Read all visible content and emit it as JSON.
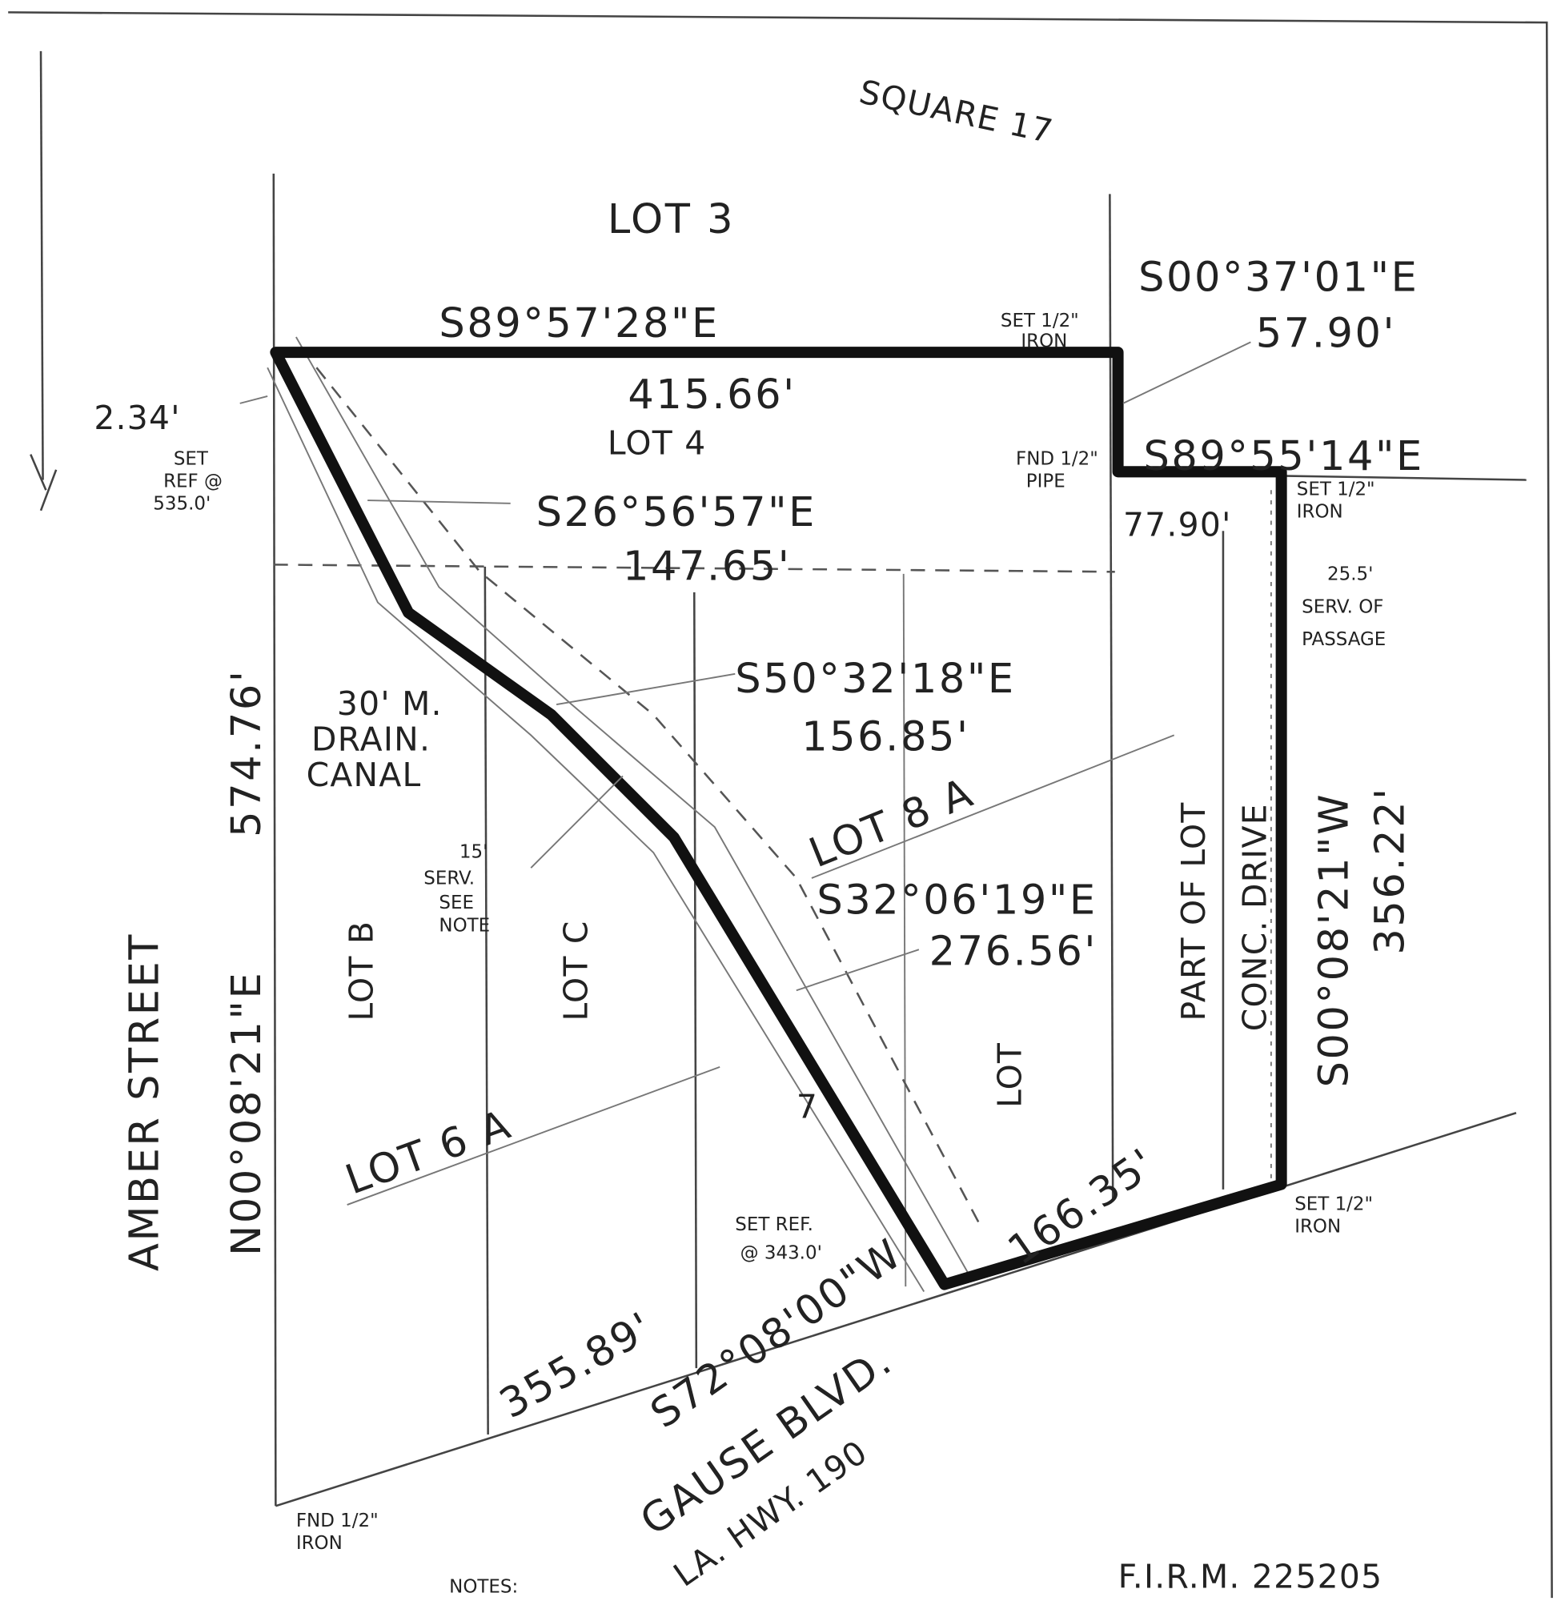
{
  "plat": {
    "square": "SQUARE 17",
    "lot3": "LOT 3",
    "lot4": "LOT 4",
    "lot8a": "LOT 8 A",
    "lot6a": "LOT 6 A",
    "lot_b": "LOT B",
    "lot_c": "LOT C",
    "lot_plain": "LOT",
    "lot_7": "7",
    "part_of_lot": "PART OF LOT",
    "conc_drive": "CONC. DRIVE",
    "street_left": "AMBER STREET",
    "street_bottom": "GAUSE BLVD.",
    "highway": "LA. HWY. 190",
    "firm": "F.I.R.M. 225205",
    "notes": "NOTES:",
    "drain": [
      "30' M.",
      "DRAIN.",
      "CANAL"
    ],
    "serv": [
      "15'",
      "SERV.",
      "SEE",
      "NOTE"
    ],
    "serv_passage": [
      "25.5'",
      "SERV. OF",
      "PASSAGE"
    ],
    "set_ref_top": [
      "SET",
      "REF @",
      "535.0'"
    ],
    "set_ref_bottom": [
      "SET REF.",
      "@ 343.0'"
    ],
    "set_iron_top": [
      "SET 1/2\"",
      "IRON"
    ],
    "fnd_pipe": [
      "FND 1/2\"",
      "PIPE"
    ],
    "set_iron_right": [
      "SET 1/2\"",
      "IRON"
    ],
    "set_iron_br": [
      "SET 1/2\"",
      "IRON"
    ],
    "fnd_iron_bl": [
      "FND 1/2\"",
      "IRON"
    ]
  },
  "courses": {
    "north_bearing": "S89°57'28\"E",
    "north_dist": "415.66'",
    "ne_bearing": "S00°37'01\"E",
    "ne_dist": "57.90'",
    "mid_bearing": "S89°55'14\"E",
    "mid_dist": "77.90'",
    "east_bearing": "S00°08'21\"W",
    "east_dist": "356.22'",
    "se_dist": "166.35'",
    "south_bearing": "S72°08'00\"W",
    "south_dist": "355.89'",
    "west_bearing": "N00°08'21\"E",
    "west_dist": "574.76'",
    "tie_dist": "2.34'",
    "c1_bearing": "S26°56'57\"E",
    "c1_dist": "147.65'",
    "c2_bearing": "S50°32'18\"E",
    "c2_dist": "156.85'",
    "c3_bearing": "S32°06'19\"E",
    "c3_dist": "276.56'"
  }
}
